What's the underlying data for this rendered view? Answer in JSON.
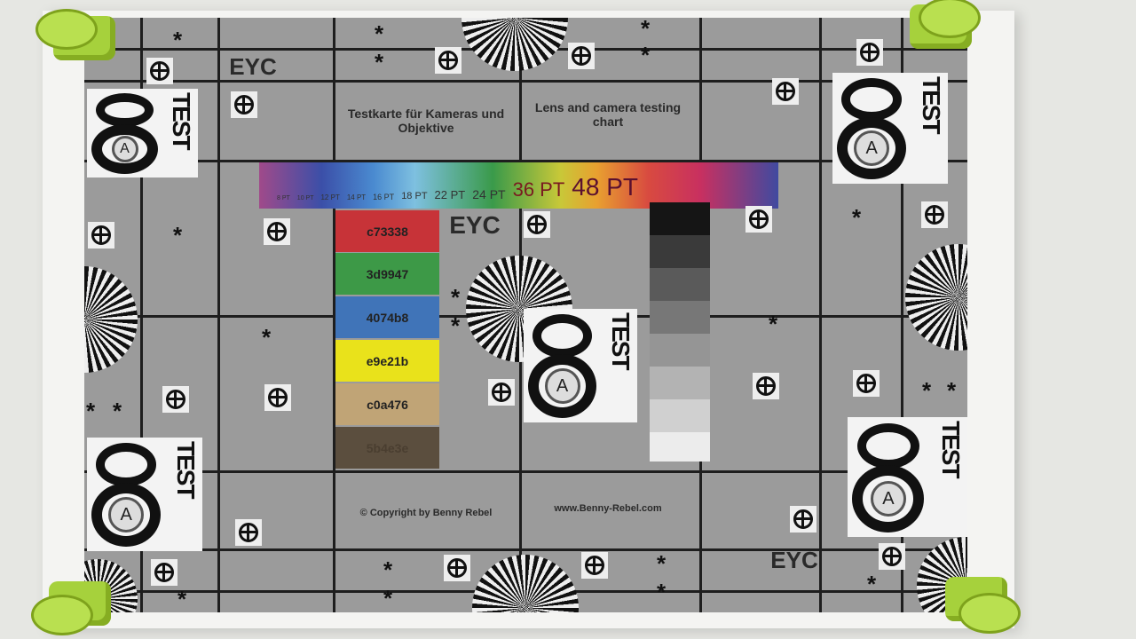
{
  "chart": {
    "title_de": "Testkarte für Kameras und Objektive",
    "title_en": "Lens and camera testing chart",
    "eyc": "EYC",
    "pt_scale": [
      "8 PT",
      "10 PT",
      "12 PT",
      "14 PT",
      "16 PT",
      "18 PT",
      "22 PT",
      "24 PT",
      "36 PT",
      "48 PT"
    ],
    "swatches": [
      {
        "label": "c73338",
        "color": "#c73338"
      },
      {
        "label": "3d9947",
        "color": "#3d9947"
      },
      {
        "label": "4074b8",
        "color": "#4074b8"
      },
      {
        "label": "e9e21b",
        "color": "#e9e21b"
      },
      {
        "label": "c0a476",
        "color": "#c0a476"
      },
      {
        "label": "5b4e3e",
        "color": "#5b4e3e"
      }
    ],
    "copyright": "© Copyright by Benny Rebel",
    "website": "www.Benny-Rebel.com",
    "logo_test": "TEST",
    "logo_eight": "8",
    "logo_a": "A",
    "star": "*"
  }
}
